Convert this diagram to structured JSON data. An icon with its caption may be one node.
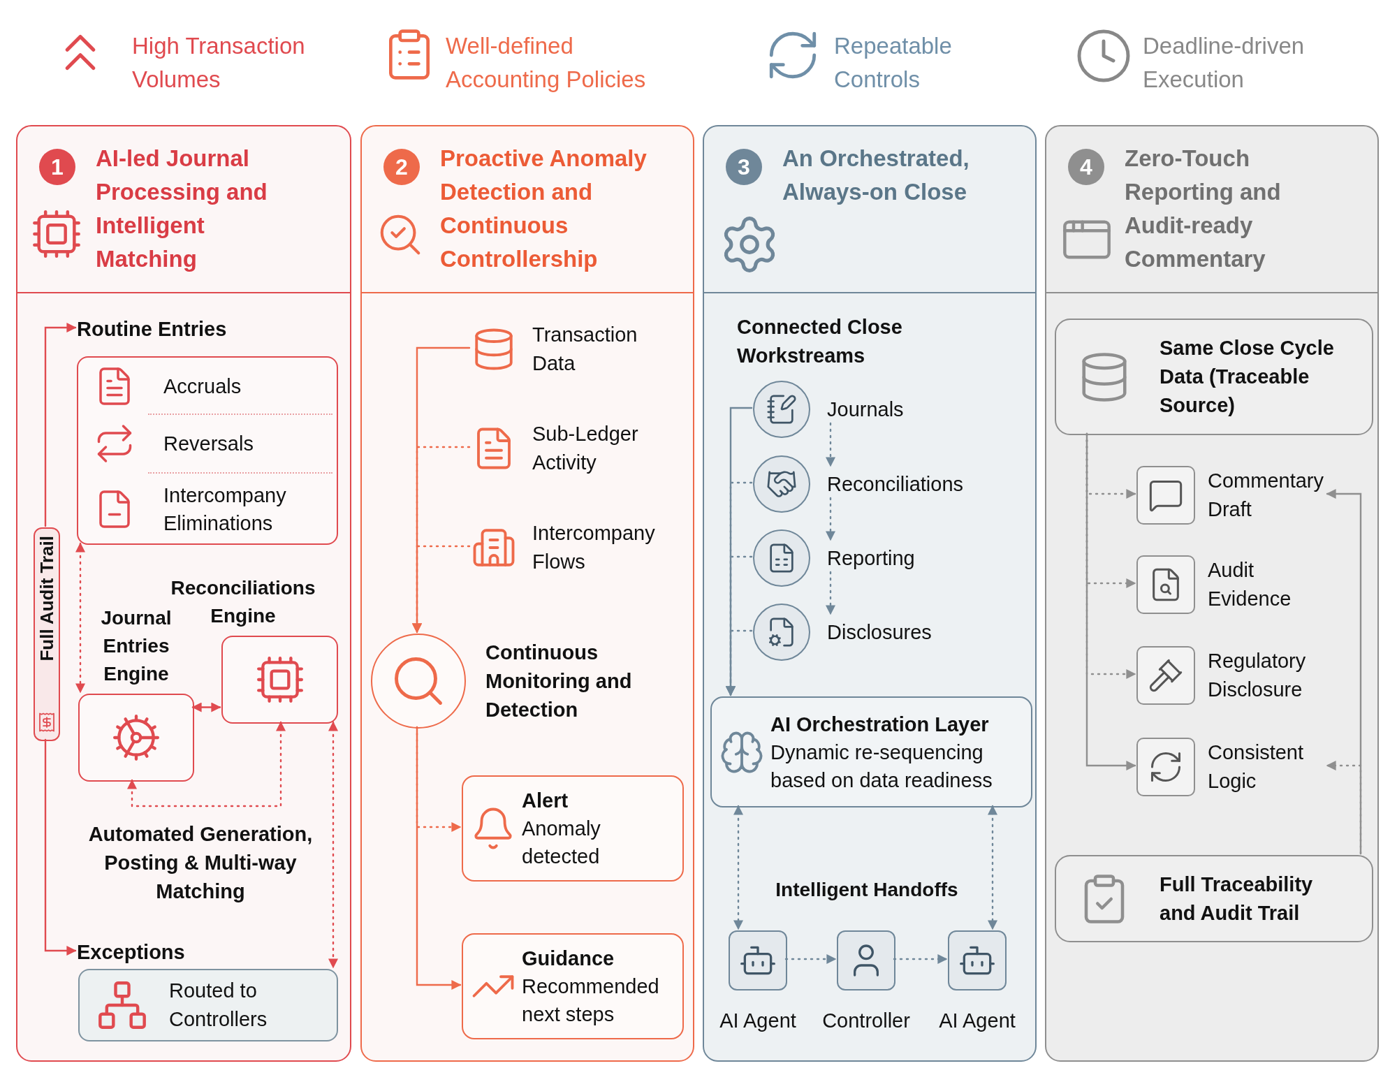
{
  "diagram": {
    "nodes": [
      {
        "text": [
          "AI-led Journal Processing and Intelligent Matching"
        ]
      },
      {
        "text": [
          "1"
        ],
        "in": 0
      },
      {
        "text": [
          "Full Audit Trail"
        ],
        "in": 0
      },
      {
        "text": [
          "Routine Entries"
        ],
        "in": 0
      },
      {
        "text": [
          "Accruals",
          "Reversals",
          "Intercompany Eliminations"
        ],
        "in": 0
      },
      {
        "text": [
          "Journal Entries Engine"
        ],
        "in": 0
      },
      {
        "text": [
          "Reconciliations Engine"
        ],
        "in": 0
      },
      {
        "text": [
          "Exceptions"
        ],
        "in": 0
      },
      {
        "text": [
          "Routed to Controllers"
        ],
        "in": 0
      },
      {
        "text": [
          "Proactive Anomaly Detection and Continuous Controllership"
        ]
      },
      {
        "text": [
          "2"
        ],
        "in": 9
      },
      {
        "text": [
          "Transaction Data"
        ],
        "in": 9
      },
      {
        "text": [
          "Sub-Ledger Activity"
        ],
        "in": 9
      },
      {
        "text": [
          "Intercompany Flows"
        ],
        "in": 9
      },
      {
        "text": [],
        "shape": "circle",
        "beside": [
          "Continuous Monitoring and Detection"
        ],
        "in": 9
      },
      {
        "text": [
          "Alert",
          "Anomaly detected"
        ],
        "in": 9
      },
      {
        "text": [
          "Guidance",
          "Recommended next steps"
        ],
        "in": 9
      },
      {
        "text": [
          "An Orchestrated, Always-on Close"
        ]
      },
      {
        "text": [
          "3"
        ],
        "in": 17
      },
      {
        "text": [
          "Journals"
        ],
        "in": 17
      },
      {
        "text": [
          "Reconciliations"
        ],
        "in": 17
      },
      {
        "text": [
          "Reporting"
        ],
        "in": 17
      },
      {
        "text": [
          "Disclosures"
        ],
        "in": 17
      },
      {
        "text": [
          "AI Orchestration Layer",
          "Dynamic re-sequencing based on data readiness"
        ],
        "in": 17
      },
      {
        "text": [
          "AI Agent"
        ],
        "in": 17
      },
      {
        "text": [
          "Controller"
        ],
        "in": 17
      },
      {
        "text": [
          "AI Agent"
        ],
        "in": 17
      },
      {
        "text": [
          "Zero-Touch Reporting and Audit-ready Commentary"
        ]
      },
      {
        "text": [
          "4"
        ],
        "in": 27
      },
      {
        "text": [
          "Same Close Cycle Data (Traceable Source)"
        ],
        "in": 27
      },
      {
        "text": [
          "Commentary Draft"
        ],
        "in": 27
      },
      {
        "text": [
          "Audit Evidence"
        ],
        "in": 27
      },
      {
        "text": [
          "Regulatory Disclosure"
        ],
        "in": 27
      },
      {
        "text": [
          "Consistent Logic"
        ],
        "in": 27
      },
      {
        "text": [
          "Full Traceability and Audit Trail"
        ],
        "in": 27
      }
    ],
    "edges": [
      {
        "from": 2,
        "to": 3,
        "arrow": "to",
        "color": "#e04a4f"
      },
      {
        "from": 2,
        "to": 7,
        "arrow": "to",
        "color": "#e04a4f"
      },
      {
        "from": 4,
        "to": 5,
        "arrow": "both",
        "style": "dashed",
        "color": "#e04a4f"
      },
      {
        "from": 5,
        "to": 6,
        "arrow": "both",
        "color": "#e04a4f"
      },
      {
        "from": 6,
        "to": 5,
        "arrow": "both",
        "style": "dashed",
        "color": "#e04a4f"
      },
      {
        "from": 6,
        "to": 8,
        "arrow": "both",
        "style": "dashed",
        "color": "#e04a4f"
      },
      {
        "from": 11,
        "to": 14,
        "arrow": "to",
        "color": "#ee6a4a"
      },
      {
        "from": 12,
        "to": 14,
        "arrow": "to",
        "style": "dashed",
        "color": "#ee6a4a"
      },
      {
        "from": 13,
        "to": 14,
        "arrow": "to",
        "style": "dashed",
        "color": "#ee6a4a"
      },
      {
        "from": 14,
        "to": 15,
        "arrow": "to",
        "style": "dashed",
        "color": "#ee6a4a"
      },
      {
        "from": 14,
        "to": 16,
        "arrow": "to",
        "color": "#ee6a4a"
      },
      {
        "from": 19,
        "to": 20,
        "arrow": "to",
        "style": "dashed"
      },
      {
        "from": 20,
        "to": 21,
        "arrow": "to",
        "style": "dashed"
      },
      {
        "from": 21,
        "to": 22,
        "arrow": "to",
        "style": "dashed"
      },
      {
        "from": 19,
        "to": 23,
        "arrow": "to"
      },
      {
        "from": 20,
        "to": 23,
        "arrow": "to",
        "style": "dashed"
      },
      {
        "from": 21,
        "to": 23,
        "arrow": "to",
        "style": "dashed"
      },
      {
        "from": 22,
        "to": 23,
        "arrow": "to",
        "style": "dashed"
      },
      {
        "from": 23,
        "to": 24,
        "arrow": "both",
        "style": "dashed"
      },
      {
        "from": 23,
        "to": 26,
        "arrow": "both",
        "style": "dashed"
      },
      {
        "from": 24,
        "to": 25,
        "arrow": "to",
        "style": "dashed"
      },
      {
        "from": 25,
        "to": 26,
        "arrow": "to",
        "style": "dashed"
      },
      {
        "from": 29,
        "to": 30,
        "arrow": "to",
        "style": "dashed",
        "color": "#8f8f8f"
      },
      {
        "from": 29,
        "to": 31,
        "arrow": "to",
        "style": "dashed",
        "color": "#8f8f8f"
      },
      {
        "from": 29,
        "to": 32,
        "arrow": "to",
        "style": "dashed",
        "color": "#8f8f8f"
      },
      {
        "from": 29,
        "to": 33,
        "arrow": "to",
        "color": "#8f8f8f"
      },
      {
        "from": 34,
        "to": 30,
        "arrow": "to",
        "color": "#8f8f8f"
      },
      {
        "from": 34,
        "to": 33,
        "arrow": "to",
        "style": "dashed",
        "color": "#8f8f8f"
      }
    ],
    "labels": [
      "High Transaction Volumes",
      "Well-defined Accounting Policies",
      "Repeatable Controls",
      "Deadline-driven Execution",
      "Automated Generation, Posting & Multi-way Matching",
      "Connected Close Workstreams",
      "Intelligent Handoffs"
    ]
  }
}
